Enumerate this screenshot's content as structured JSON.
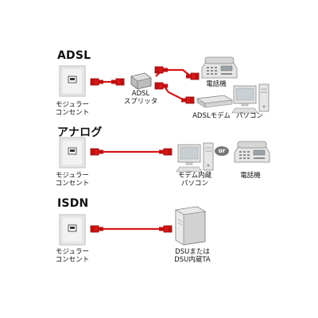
{
  "sections": [
    {
      "title": "ADSL",
      "outlet_label": [
        "モジュラー",
        "コンセント"
      ],
      "splitter_label": [
        "ADSL",
        "スプリッタ"
      ],
      "phone_label": "電話機",
      "modem_label": "ADSLモデム",
      "pc_label": "パソコン"
    },
    {
      "title": "アナログ",
      "outlet_label": [
        "モジュラー",
        "コンセント"
      ],
      "modem_pc_label": [
        "モデム内蔵",
        "パソコン"
      ],
      "or_label": "or",
      "phone_label": "電話機"
    },
    {
      "title": "ISDN",
      "outlet_label": [
        "モジュラー",
        "コンセント"
      ],
      "dsu_label": [
        "DSUまたは",
        "DSU内蔵TA"
      ]
    }
  ],
  "colors": {
    "cable": "#d81818",
    "cable_dark": "#8a0000",
    "device_light": "#e6e6e6",
    "device_mid": "#c4c4c4",
    "device_dark": "#7a7a7a",
    "or_badge": "#777777"
  }
}
